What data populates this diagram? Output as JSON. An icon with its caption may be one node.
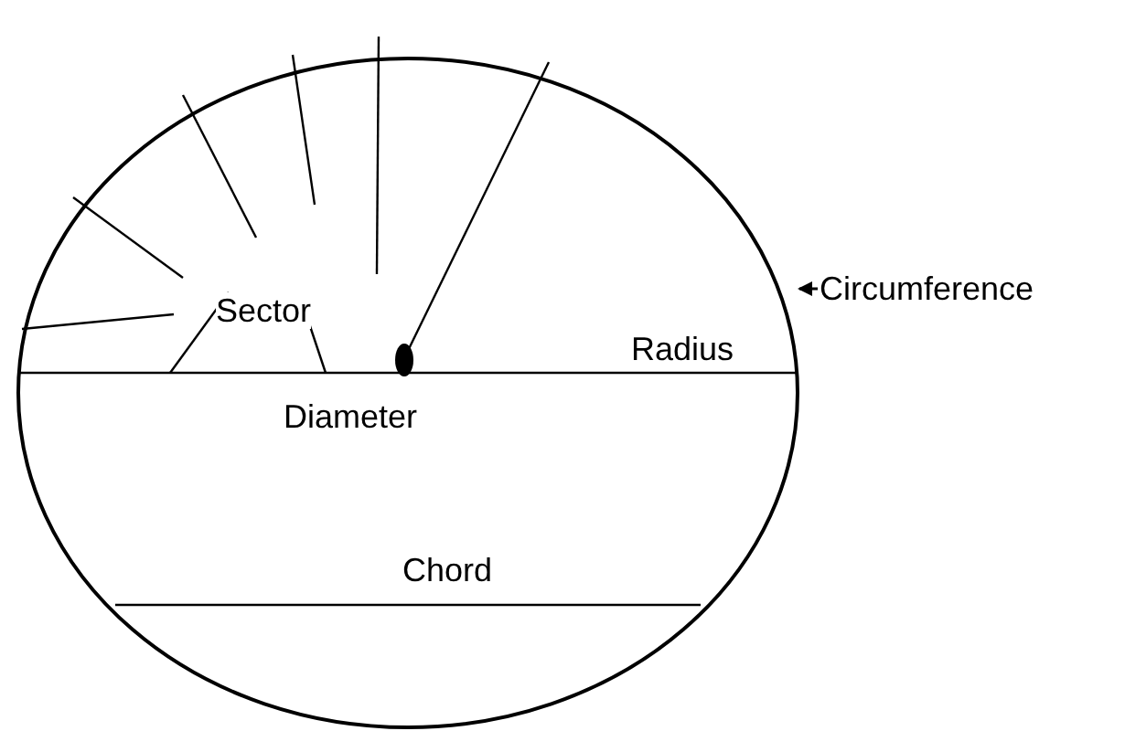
{
  "diagram": {
    "nodes": [
      {
        "text": [
          "Circumference"
        ]
      },
      {
        "text": [],
        "shape": "circle"
      }
    ],
    "edges": [
      {
        "from": 0,
        "to": 1,
        "arrow": "to"
      }
    ],
    "labels": [
      "Sector",
      "Radius",
      "Diameter",
      "Chord"
    ]
  }
}
